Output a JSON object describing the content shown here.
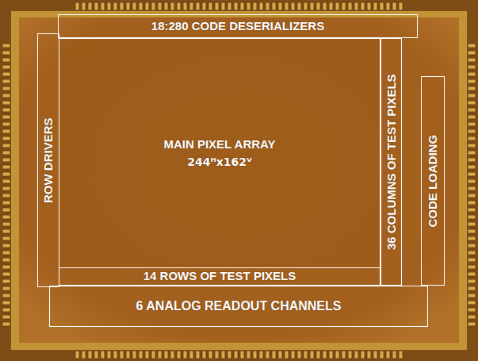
{
  "diagram": {
    "nodes": [
      {
        "text": [
          "18:280 CODE DESERIALIZERS"
        ]
      },
      {
        "text": [
          "ROW DRIVERS"
        ]
      },
      {
        "text": [
          "MAIN PIXEL ARRAY",
          "244ᴴx162ⱽ"
        ]
      },
      {
        "text": [
          "36 COLUMNS OF TEST PIXELS"
        ]
      },
      {
        "text": [
          "CODE LOADING"
        ]
      },
      {
        "text": [
          "14 ROWS OF TEST PIXELS"
        ]
      },
      {
        "text": [
          "6 ANALOG READOUT CHANNELS"
        ]
      }
    ]
  }
}
